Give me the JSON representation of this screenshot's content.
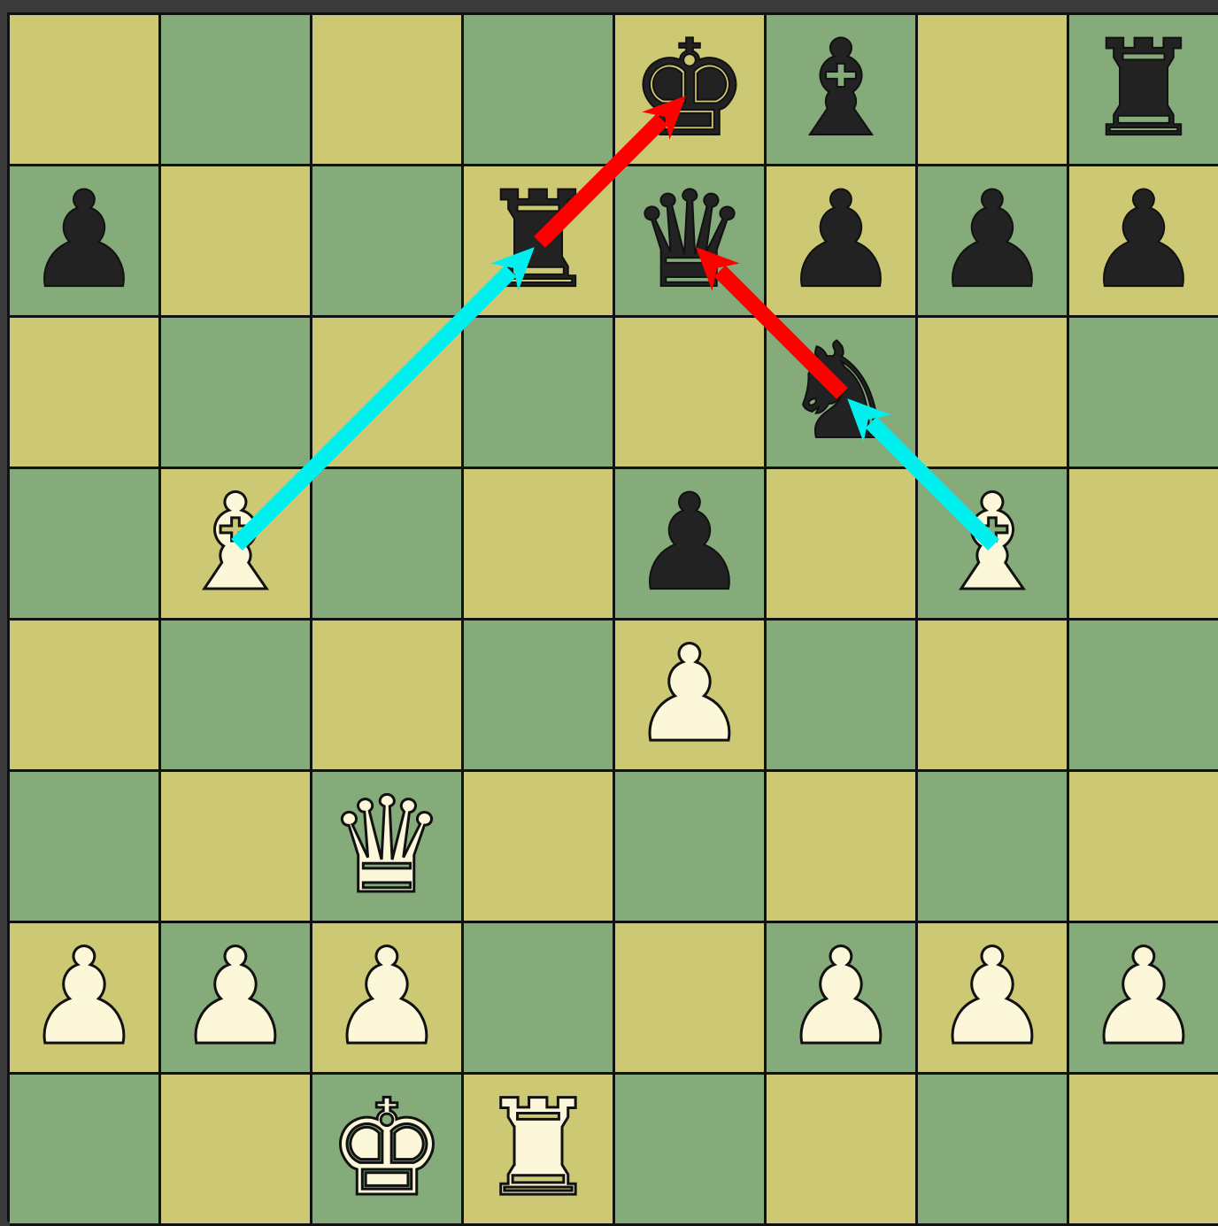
{
  "board": {
    "colors": {
      "light": "#cdc873",
      "dark": "#86ab7a",
      "grid": "#111111",
      "frame": "#3a3a3a"
    },
    "rows": [
      [
        "",
        "",
        "",
        "",
        "k",
        "b",
        "",
        "r"
      ],
      [
        "p",
        "",
        "",
        "r",
        "q",
        "p",
        "p",
        "p"
      ],
      [
        "",
        "",
        "",
        "",
        "",
        "n",
        "",
        ""
      ],
      [
        "",
        "B",
        "",
        "",
        "p",
        "",
        "B",
        ""
      ],
      [
        "",
        "",
        "",
        "",
        "P",
        "",
        "",
        ""
      ],
      [
        "",
        "",
        "Q",
        "",
        "",
        "",
        "",
        ""
      ],
      [
        "P",
        "P",
        "P",
        "",
        "",
        "P",
        "P",
        "P"
      ],
      [
        "",
        "",
        "K",
        "R",
        "",
        "",
        "",
        ""
      ]
    ],
    "glyphs": {
      "K": "♚",
      "Q": "♛",
      "R": "♜",
      "B": "♝",
      "N": "♞",
      "P": "♟",
      "k": "♚",
      "q": "♛",
      "r": "♜",
      "b": "♝",
      "n": "♞",
      "p": "♟"
    },
    "piece_names": {
      "K": "white-king",
      "Q": "white-queen",
      "R": "white-rook",
      "B": "white-bishop",
      "N": "white-knight",
      "P": "white-pawn",
      "k": "black-king",
      "q": "black-queen",
      "r": "black-rook",
      "b": "black-bishop",
      "n": "black-knight",
      "p": "black-pawn"
    }
  },
  "arrows": [
    {
      "from": "b5",
      "to": "d7",
      "color": "#00f0f0"
    },
    {
      "from": "d7",
      "to": "e8",
      "color": "#ff0000"
    },
    {
      "from": "g5",
      "to": "f6",
      "color": "#00f0f0"
    },
    {
      "from": "f6",
      "to": "e7",
      "color": "#ff0000"
    }
  ]
}
